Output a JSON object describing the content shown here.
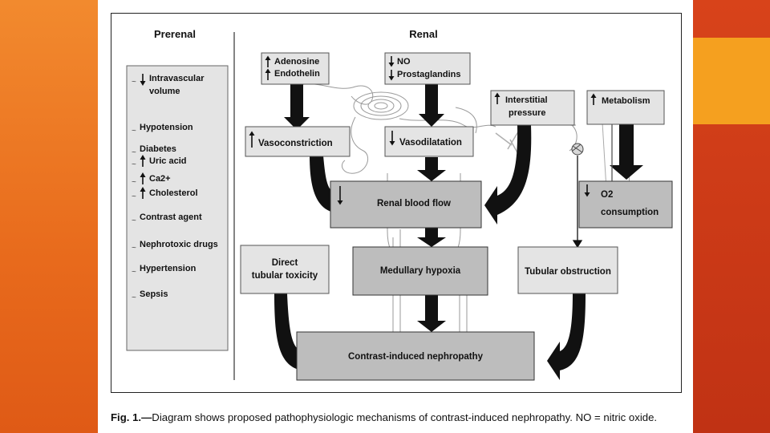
{
  "diagram": {
    "headers": {
      "prerenal": "Prerenal",
      "renal": "Renal"
    },
    "prerenal_list": [
      {
        "arrow": "down",
        "lines": [
          "Intravascular",
          "volume"
        ]
      },
      {
        "arrow": "none",
        "lines": [
          "Hypotension"
        ]
      },
      {
        "arrow": "none",
        "lines": [
          "Diabetes"
        ]
      },
      {
        "arrow": "up",
        "lines": [
          "Uric acid"
        ]
      },
      {
        "arrow": "up",
        "lines": [
          "Ca2+"
        ]
      },
      {
        "arrow": "up",
        "lines": [
          "Cholesterol"
        ]
      },
      {
        "arrow": "none",
        "lines": [
          "Contrast agent"
        ]
      },
      {
        "arrow": "none",
        "lines": [
          "Nephrotoxic drugs"
        ]
      },
      {
        "arrow": "none",
        "lines": [
          "Hypertension"
        ]
      },
      {
        "arrow": "none",
        "lines": [
          "Sepsis"
        ]
      }
    ],
    "nodes": {
      "adenosine": {
        "lines": [
          "Adenosine",
          "Endothelin"
        ],
        "arrow": "up"
      },
      "no_prostaglandins": {
        "lines": [
          "NO",
          "Prostaglandins"
        ],
        "arrow": "down"
      },
      "interstitial": {
        "lines": [
          "Interstitial",
          "pressure"
        ],
        "arrow": "up"
      },
      "metabolism": {
        "lines": [
          "Metabolism"
        ],
        "arrow": "up"
      },
      "vasoconstriction": {
        "lines": [
          "Vasoconstriction"
        ],
        "arrow": "up"
      },
      "vasodilatation": {
        "lines": [
          "Vasodilatation"
        ],
        "arrow": "down"
      },
      "renal_blood_flow": {
        "lines": [
          "Renal blood flow"
        ],
        "arrow": "down"
      },
      "o2_consumption": {
        "lines": [
          "O2",
          "consumption"
        ],
        "arrow": "down"
      },
      "direct_toxicity": {
        "lines": [
          "Direct",
          "tubular toxicity"
        ],
        "arrow": "none"
      },
      "medullary_hypoxia": {
        "lines": [
          "Medullary hypoxia"
        ],
        "arrow": "none"
      },
      "tubular_obstruction": {
        "lines": [
          "Tubular obstruction"
        ],
        "arrow": "none"
      },
      "cin": {
        "lines": [
          "Contrast-induced nephropathy"
        ],
        "arrow": "none"
      }
    }
  },
  "caption": {
    "label": "Fig. 1.—",
    "text": "Diagram shows proposed pathophysiologic mechanisms of contrast-induced nephropathy. NO = nitric oxide."
  }
}
